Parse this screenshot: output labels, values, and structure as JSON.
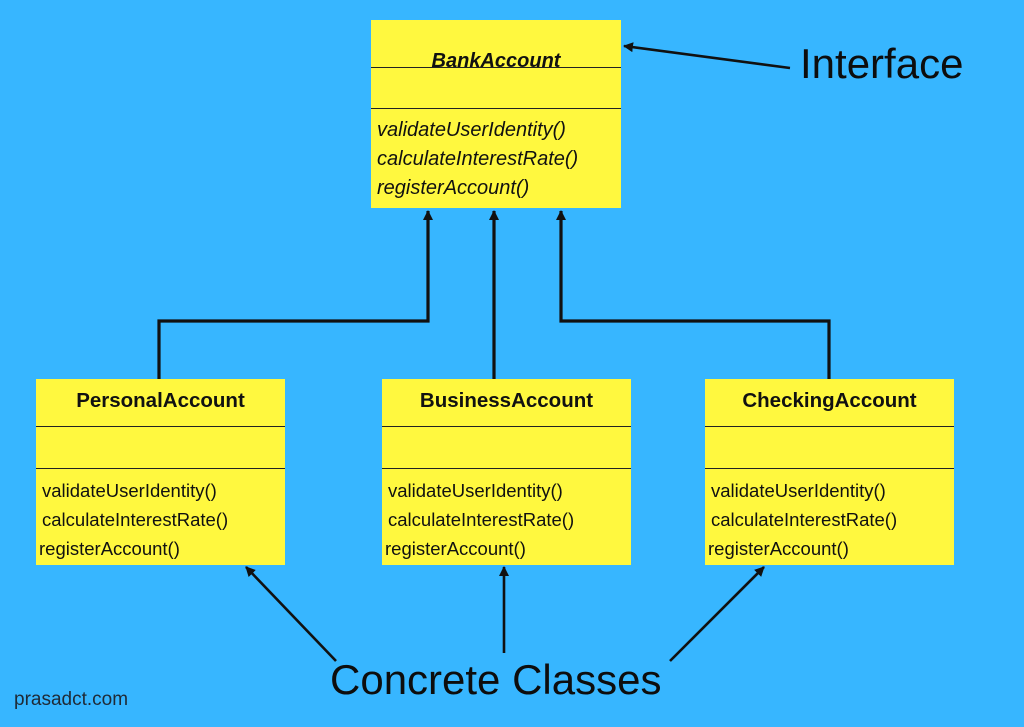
{
  "colors": {
    "background": "#37b6ff",
    "box_fill": "#fff83f",
    "line": "#111111"
  },
  "interface": {
    "name": "BankAccount",
    "methods": [
      "validateUserIdentity()",
      "calculateInterestRate()",
      "registerAccount()"
    ]
  },
  "classes": [
    {
      "name": "PersonalAccount",
      "methods": [
        "validateUserIdentity()",
        "calculateInterestRate()",
        "registerAccount()"
      ]
    },
    {
      "name": "BusinessAccount",
      "methods": [
        "validateUserIdentity()",
        "calculateInterestRate()",
        "registerAccount()"
      ]
    },
    {
      "name": "CheckingAccount",
      "methods": [
        "validateUserIdentity()",
        "calculateInterestRate()",
        "registerAccount()"
      ]
    }
  ],
  "labels": {
    "interface": "Interface",
    "concrete": "Concrete Classes"
  },
  "watermark": "prasadct.com"
}
